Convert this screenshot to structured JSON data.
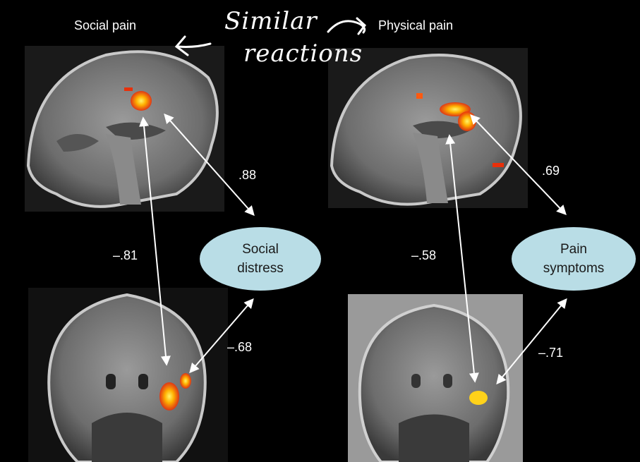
{
  "headings": {
    "social_pain": "Social pain",
    "physical_pain": "Physical pain"
  },
  "annotation": {
    "line1": "Similar",
    "line2": "reactions"
  },
  "ovals": {
    "social": "Social\ndistress",
    "pain": "Pain\nsymptoms"
  },
  "correlations": {
    "social_top": ".88",
    "social_vertical": "–.81",
    "social_bottom": "–.68",
    "physical_top": ".69",
    "physical_vertical": "–.58",
    "physical_bottom": "–.71"
  },
  "colors": {
    "oval_fill": "#b9dde6",
    "activation_hot": "#ffe14a",
    "activation_warm": "#ff5a10",
    "arrow": "#ffffff"
  }
}
